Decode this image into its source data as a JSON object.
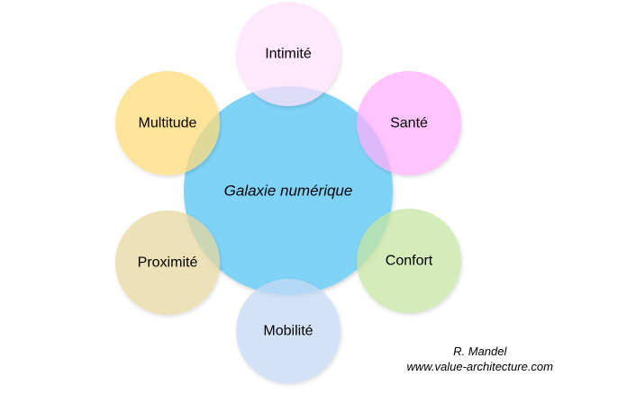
{
  "diagram": {
    "center": {
      "label": "Galaxie numérique",
      "color": "#7fd3f7"
    },
    "nodes": [
      {
        "id": "intimite",
        "label": "Intimité",
        "color": "#ffdffb",
        "text_color": "#e00000"
      },
      {
        "id": "sante",
        "label": "Santé",
        "color": "#ffb0fd",
        "text_color": "#000000"
      },
      {
        "id": "confort",
        "label": "Confort",
        "color": "#c6e5a3",
        "text_color": "#000000"
      },
      {
        "id": "mobilite",
        "label": "Mobilité",
        "color": "#c5d9f3",
        "text_color": "#000000"
      },
      {
        "id": "proximite",
        "label": "Proximité",
        "color": "#e6d7a0",
        "text_color": "#000000"
      },
      {
        "id": "multitude",
        "label": "Multitude",
        "color": "#ffdc7a",
        "text_color": "#000000"
      }
    ]
  },
  "credit": {
    "author": "R. Mandel",
    "website": "www.value-architecture.com"
  }
}
